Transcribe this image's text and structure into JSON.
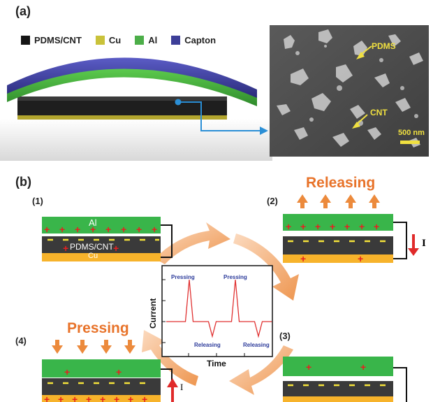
{
  "panel_a": {
    "label": "(a)",
    "legend": [
      {
        "label": "PDMS/CNT",
        "color": "#151515"
      },
      {
        "label": "Cu",
        "color": "#c9c23a"
      },
      {
        "label": "Al",
        "color": "#4cae49"
      },
      {
        "label": "Capton",
        "color": "#3d3e98"
      }
    ],
    "sem": {
      "label_pdms": "PDMS",
      "label_cnt": "CNT",
      "scale_bar": "500 nm"
    }
  },
  "panel_b": {
    "label": "(b)",
    "steps": [
      {
        "num": "(1)",
        "al": "Al",
        "mid": "PDMS/CNT",
        "cu": "Cu"
      },
      {
        "num": "(2)",
        "title": "Releasing",
        "current": "I"
      },
      {
        "num": "(3)"
      },
      {
        "num": "(4)",
        "title": "Pressing",
        "current": "I"
      }
    ],
    "graph": {
      "ylabel": "Current",
      "xlabel": "Time",
      "peak_labels": [
        "Pressing",
        "Pressing"
      ],
      "trough_labels": [
        "Releasing",
        "Releasing"
      ]
    }
  },
  "colors": {
    "al": "#39b54a",
    "pdms": "#3a3a3a",
    "cu": "#f7b32b",
    "charge_plus": "#e62020",
    "charge_minus": "#f5e23a",
    "arrow_orange": "#ec8a3c",
    "current_red": "#e02a2a",
    "graph_line": "#e03030",
    "graph_label": "#2b3a9a"
  },
  "chart_data": {
    "type": "line",
    "title": "",
    "xlabel": "Time",
    "ylabel": "Current",
    "series": [
      {
        "name": "",
        "x": [
          0,
          1,
          1.2,
          1.4,
          2.2,
          2.4,
          2.6,
          3.4,
          3.6,
          3.8,
          4.6,
          4.8,
          5.0,
          5.5
        ],
        "values": [
          0,
          0,
          1,
          0,
          0,
          -0.35,
          0,
          0,
          1,
          0,
          0,
          -0.35,
          0,
          0
        ]
      }
    ],
    "annotations": [
      "Pressing",
      "Releasing",
      "Pressing",
      "Releasing"
    ]
  }
}
